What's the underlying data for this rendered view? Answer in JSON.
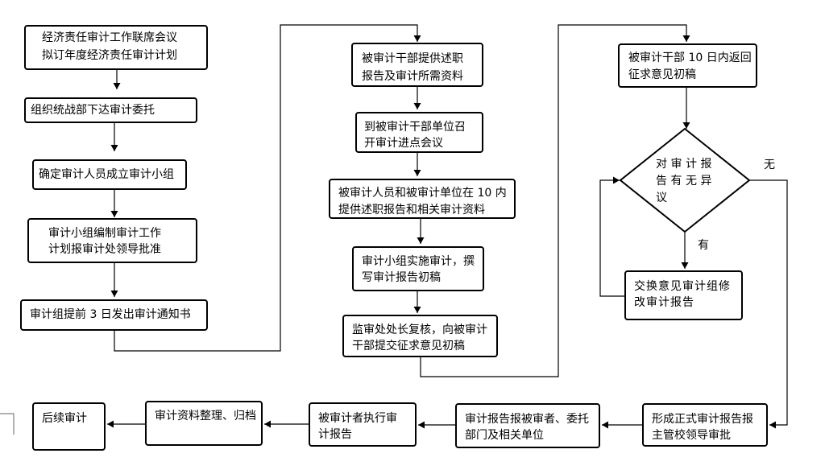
{
  "flowchart": {
    "annual_plan": {
      "line1": "经济责任审计工作联席会议",
      "line2": "拟订年度经济责任审计计划"
    },
    "delegation": {
      "line1": "组织统战部下达审计委托"
    },
    "team": {
      "line1": "确定审计人员成立审计小组"
    },
    "work_plan": {
      "line1": "审计小组编制审计工作",
      "line2": "计划报审计处领导批准"
    },
    "notice": {
      "line1": "审计组提前 3 日发出审计通知书"
    },
    "materials": {
      "line1": "被审计干部提供述职",
      "line2": "报告及审计所需资料"
    },
    "entry_meeting": {
      "line1": "到被审计干部单位召",
      "line2": "开审计进点会议"
    },
    "submit_materials": {
      "line1": "被审计人员和被审计单位在 10 内",
      "line2": "提供述职报告和相关审计资料"
    },
    "conduct_audit": {
      "line1": "审计小组实施审计，撰",
      "line2": "写审计报告初稿"
    },
    "review": {
      "line1": "监审处处长复核，向被审计",
      "line2": "干部提交征求意见初稿"
    },
    "return_draft": {
      "line1": "被审计干部 10 日内返回",
      "line2": "征求意见初稿"
    },
    "decision": {
      "line1": "对审计报",
      "line2": "告有无异",
      "line3": "议"
    },
    "revise": {
      "line1": "交换意见审计组修",
      "line2": "改审计报告"
    },
    "formal_report": {
      "line1": "形成正式审计报告报",
      "line2": "主管校领导审批"
    },
    "distribute": {
      "line1": "审计报告报被审者、委托",
      "line2": "部门及相关单位"
    },
    "execute": {
      "line1": "被审计者执行审",
      "line2": "计报告"
    },
    "archive": {
      "line1": "审计资料整理、归档"
    },
    "follow_up": {
      "line1": "后续审计"
    },
    "edge_labels": {
      "no": "无",
      "yes": "有"
    }
  }
}
